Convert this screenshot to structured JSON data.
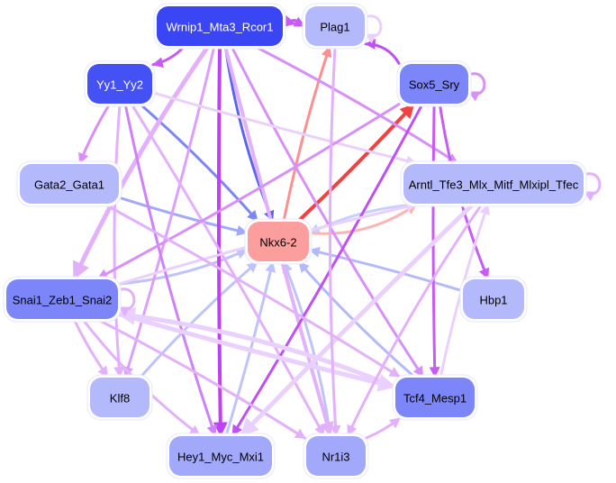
{
  "diagram": {
    "type": "gene-regulatory-network",
    "nodes": [
      {
        "id": "wrnip1",
        "label": "Wrnip1_Mta3_Rcor1",
        "fill": "#3a46f4",
        "text_color": "#ffffff"
      },
      {
        "id": "plag1",
        "label": "Plag1",
        "fill": "#b4b9fb",
        "text_color": "#000000"
      },
      {
        "id": "yy1",
        "label": "Yy1_Yy2",
        "fill": "#4451f5",
        "text_color": "#ffffff"
      },
      {
        "id": "sox5",
        "label": "Sox5_Sry",
        "fill": "#7d86f8",
        "text_color": "#000000"
      },
      {
        "id": "gata2",
        "label": "Gata2_Gata1",
        "fill": "#b4b9fb",
        "text_color": "#000000"
      },
      {
        "id": "arntl",
        "label": "Arntl_Tfe3_Mlx_Mitf_Mlxipl_Tfec",
        "fill": "#b4b9fb",
        "text_color": "#000000"
      },
      {
        "id": "nkx62",
        "label": "Nkx6-2",
        "fill": "#fd9e9e",
        "text_color": "#000000"
      },
      {
        "id": "snai1",
        "label": "Snai1_Zeb1_Snai2",
        "fill": "#7d86f8",
        "text_color": "#000000"
      },
      {
        "id": "hbp1",
        "label": "Hbp1",
        "fill": "#b4b9fb",
        "text_color": "#000000"
      },
      {
        "id": "klf8",
        "label": "Klf8",
        "fill": "#b4b9fb",
        "text_color": "#000000"
      },
      {
        "id": "tcf4",
        "label": "Tcf4_Mesp1",
        "fill": "#7d86f8",
        "text_color": "#000000"
      },
      {
        "id": "hey1",
        "label": "Hey1_Myc_Mxi1",
        "fill": "#a3a9fa",
        "text_color": "#000000"
      },
      {
        "id": "nr1i3",
        "label": "Nr1i3",
        "fill": "#a3a9fa",
        "text_color": "#000000"
      }
    ],
    "edges": [
      {
        "from": "wrnip1",
        "to": "nkx62",
        "color": "#5a66f2",
        "weight": 3
      },
      {
        "from": "yy1",
        "to": "nkx62",
        "color": "#7d86f8",
        "weight": 3
      },
      {
        "from": "gata2",
        "to": "nkx62",
        "color": "#a3a9fa",
        "weight": 3
      },
      {
        "from": "snai1",
        "to": "nkx62",
        "color": "#bfc3fc",
        "weight": 3
      },
      {
        "from": "klf8",
        "to": "nkx62",
        "color": "#bfc3fc",
        "weight": 3
      },
      {
        "from": "hey1",
        "to": "nkx62",
        "color": "#bfc3fc",
        "weight": 3
      },
      {
        "from": "nr1i3",
        "to": "nkx62",
        "color": "#bfc3fc",
        "weight": 3
      },
      {
        "from": "tcf4",
        "to": "nkx62",
        "color": "#b4b9fb",
        "weight": 3
      },
      {
        "from": "hbp1",
        "to": "nkx62",
        "color": "#b4b9fb",
        "weight": 3
      },
      {
        "from": "arntl",
        "to": "nkx62",
        "color": "#c8d0fb",
        "weight": 3
      },
      {
        "from": "nkx62",
        "to": "plag1",
        "color": "#fd8f8f",
        "weight": 3
      },
      {
        "from": "nkx62",
        "to": "sox5",
        "color": "#f44040",
        "weight": 4
      },
      {
        "from": "nkx62",
        "to": "arntl",
        "color": "#fdb4b4",
        "weight": 3
      },
      {
        "from": "wrnip1",
        "to": "plag1",
        "color": "#c85af5",
        "weight": 3
      },
      {
        "from": "plag1",
        "to": "wrnip1",
        "color": "#c85af5",
        "weight": 3
      },
      {
        "from": "sox5",
        "to": "plag1",
        "color": "#c050f5",
        "weight": 3
      },
      {
        "from": "wrnip1",
        "to": "yy1",
        "color": "#c85af5",
        "weight": 3
      },
      {
        "from": "wrnip1",
        "to": "hey1",
        "color": "#c040f5",
        "weight": 4
      },
      {
        "from": "wrnip1",
        "to": "snai1",
        "color": "#e3b0fb",
        "weight": 5
      },
      {
        "from": "wrnip1",
        "to": "klf8",
        "color": "#dca0fb",
        "weight": 3
      },
      {
        "from": "wrnip1",
        "to": "nr1i3",
        "color": "#e3b0fb",
        "weight": 4
      },
      {
        "from": "wrnip1",
        "to": "tcf4",
        "color": "#d890f8",
        "weight": 3
      },
      {
        "from": "wrnip1",
        "to": "arntl",
        "color": "#d890f8",
        "weight": 3
      },
      {
        "from": "yy1",
        "to": "gata2",
        "color": "#d890f8",
        "weight": 3
      },
      {
        "from": "yy1",
        "to": "hey1",
        "color": "#d080f8",
        "weight": 3
      },
      {
        "from": "yy1",
        "to": "nr1i3",
        "color": "#e3b0fb",
        "weight": 3
      },
      {
        "from": "yy1",
        "to": "arntl",
        "color": "#ead0fc",
        "weight": 3
      },
      {
        "from": "yy1",
        "to": "klf8",
        "color": "#e3b0fb",
        "weight": 3
      },
      {
        "from": "sox5",
        "to": "hey1",
        "color": "#c050f5",
        "weight": 3
      },
      {
        "from": "sox5",
        "to": "tcf4",
        "color": "#c85af5",
        "weight": 3
      },
      {
        "from": "sox5",
        "to": "hbp1",
        "color": "#c85af5",
        "weight": 3
      },
      {
        "from": "sox5",
        "to": "snai1",
        "color": "#d890f8",
        "weight": 3
      },
      {
        "from": "snai1",
        "to": "klf8",
        "color": "#e3b0fb",
        "weight": 3
      },
      {
        "from": "snai1",
        "to": "hey1",
        "color": "#e3b0fb",
        "weight": 3
      },
      {
        "from": "snai1",
        "to": "nr1i3",
        "color": "#e3b0fb",
        "weight": 3
      },
      {
        "from": "snai1",
        "to": "tcf4",
        "color": "#ead0fc",
        "weight": 5
      },
      {
        "from": "tcf4",
        "to": "snai1",
        "color": "#ead0fc",
        "weight": 5
      },
      {
        "from": "snai1",
        "to": "arntl",
        "color": "#ead0fc",
        "weight": 3
      },
      {
        "from": "arntl",
        "to": "hey1",
        "color": "#ead0fc",
        "weight": 5
      },
      {
        "from": "arntl",
        "to": "nr1i3",
        "color": "#e3b0fb",
        "weight": 3
      },
      {
        "from": "tcf4",
        "to": "arntl",
        "color": "#ead0fc",
        "weight": 3
      },
      {
        "from": "nr1i3",
        "to": "tcf4",
        "color": "#e3b0fb",
        "weight": 3
      },
      {
        "from": "plag1",
        "to": "nr1i3",
        "color": "#e3b0fb",
        "weight": 3
      },
      {
        "from": "gata2",
        "to": "tcf4",
        "color": "#e3b0fb",
        "weight": 3
      }
    ],
    "self_loops": [
      {
        "node": "plag1",
        "color": "#ead0fc"
      },
      {
        "node": "sox5",
        "color": "#d890f8"
      },
      {
        "node": "arntl",
        "color": "#e3b0fb"
      },
      {
        "node": "snai1",
        "color": "#e3b0fb"
      }
    ]
  }
}
